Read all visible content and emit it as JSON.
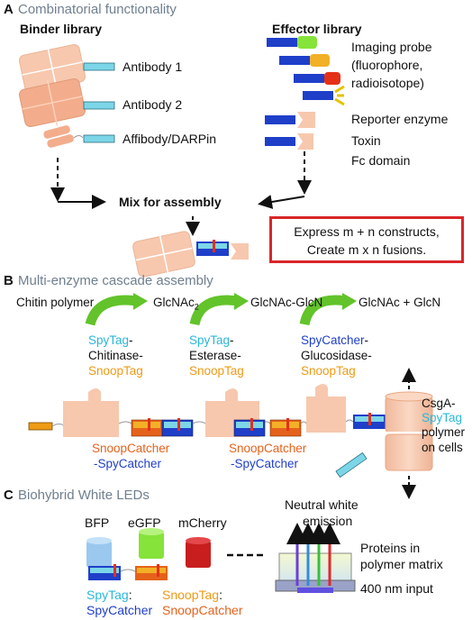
{
  "panelA": {
    "letter": "A",
    "title": "Combinatorial functionality",
    "binder_header": "Binder library",
    "effector_header": "Effector library",
    "binders": [
      "Antibody 1",
      "Antibody 2",
      "Affibody/DARPin"
    ],
    "effectors_group_1": [
      "Imaging probe",
      "(fluorophore,",
      "radioisotope)"
    ],
    "effectors_group_2": [
      "Reporter enzyme",
      "Toxin",
      "Fc domain"
    ],
    "mix_label": "Mix for assembly",
    "box_lines": [
      "Express m + n constructs,",
      "Create m x n fusions."
    ]
  },
  "panelB": {
    "letter": "B",
    "title": "Multi-enzyme cascade assembly",
    "chain": [
      "Chitin polymer",
      "GlcNAc",
      "GlcNAc-GlcN",
      "GlcNAc + GlcN"
    ],
    "chain_sub": "2",
    "enzyme1": [
      "SpyTag",
      "-",
      "Chitinase-",
      "SnoopTag"
    ],
    "enzyme2": [
      "SpyTag",
      "-",
      "Esterase-",
      "SnoopTag"
    ],
    "enzyme3": [
      "SpyCatcher",
      "-",
      "Glucosidase-",
      "SnoopTag"
    ],
    "catcher1": [
      "SnoopCatcher",
      "-SpyCatcher"
    ],
    "catcher2": [
      "SnoopCatcher",
      "-SpyCatcher"
    ],
    "csga": [
      "CsgA-",
      "SpyTag",
      "polymer",
      "on cells"
    ]
  },
  "panelC": {
    "letter": "C",
    "title": "Biohybrid White LEDs",
    "fps": [
      "BFP",
      "eGFP",
      "mCherry"
    ],
    "tag1": [
      "SpyTag",
      ":"
    ],
    "catch1": "SpyCatcher",
    "tag2": [
      "SnoopTag",
      ":"
    ],
    "catch2": "SnoopCatcher",
    "emission": [
      "Neutral white",
      "emission"
    ],
    "matrix": [
      "Proteins in",
      "polymer matrix"
    ],
    "input": "400 nm input"
  },
  "colors": {
    "spy_tag": "#2ab7d8",
    "snoop_tag": "#ee9a14",
    "spy_catcher": "#1f3fc9",
    "snoop_catcher": "#e5621b",
    "antibody": "#f7c8ae",
    "bfp": "#9ac8ef",
    "egfp": "#86e33a",
    "mcherry": "#c81e1e",
    "box_border": "#d9262a"
  }
}
